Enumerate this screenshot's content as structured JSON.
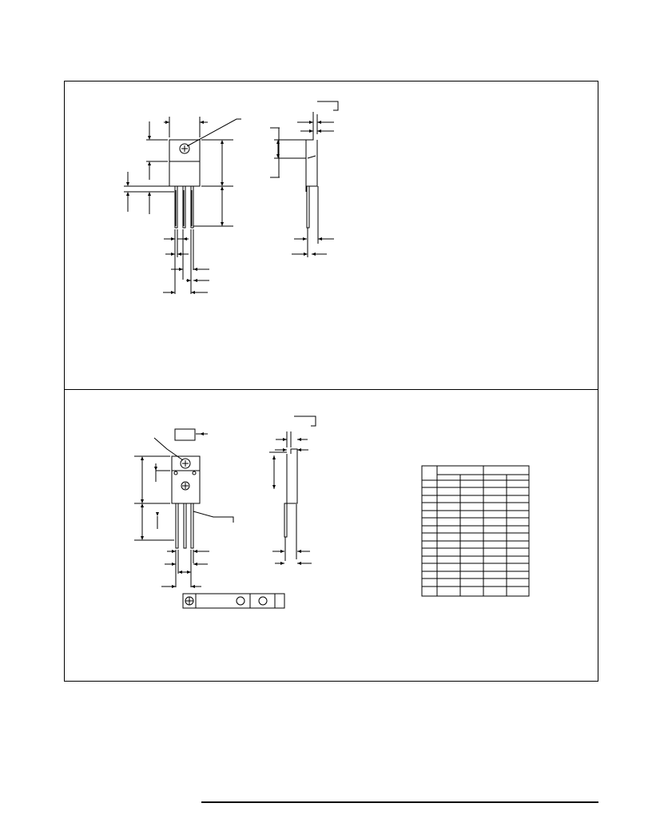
{
  "page": {
    "sections": [
      {
        "id": "package-1"
      },
      {
        "id": "package-2"
      }
    ],
    "table": {
      "rows": 16,
      "column_groups": 2,
      "sub_columns_per_group": 2
    }
  },
  "colors": {
    "ink": "#000000",
    "paper": "#ffffff"
  }
}
